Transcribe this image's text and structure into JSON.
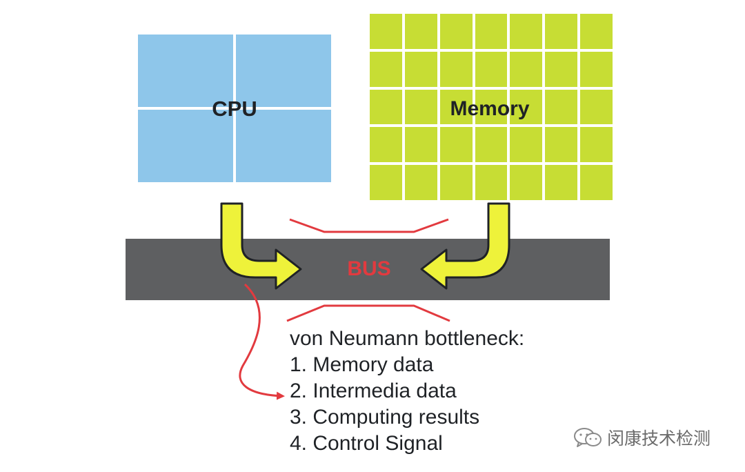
{
  "cpu": {
    "label": "CPU"
  },
  "memory": {
    "label": "Memory"
  },
  "bus": {
    "label": "BUS"
  },
  "bottleneck": {
    "title": "von Neumann bottleneck:",
    "items": [
      "1. Memory data",
      "2. Intermedia data",
      "3. Computing results",
      "4. Control Signal"
    ]
  },
  "watermark": {
    "text": "闵康技术检测",
    "icon": "wechat-icon"
  },
  "colors": {
    "cpu": "#8ec6ea",
    "memory": "#c7dd34",
    "bus": "#5e5f61",
    "bus_label": "#e23a3f",
    "arrow_fill": "#eef23a",
    "bottleneck_lines": "#e23a3f"
  }
}
